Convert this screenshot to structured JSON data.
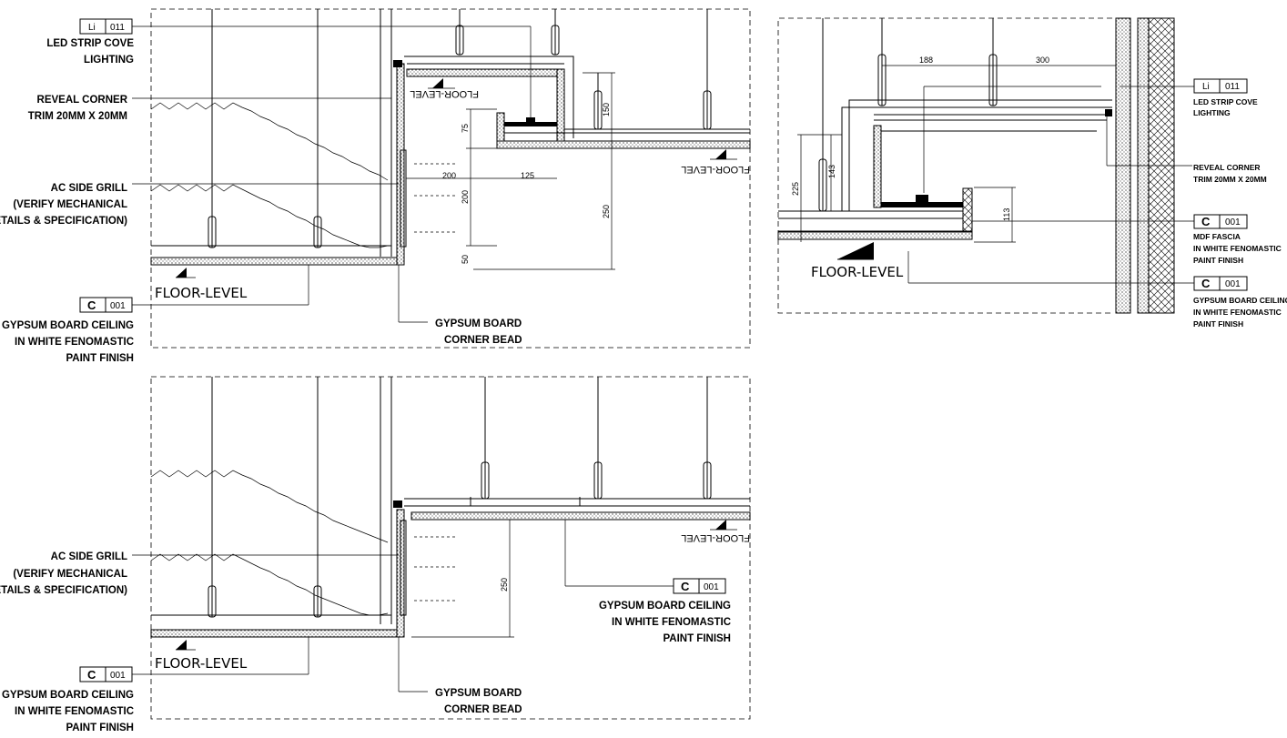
{
  "drawing": {
    "tags": {
      "led": {
        "prefix": "Li",
        "code": "011"
      },
      "ceiling": {
        "prefix": "C",
        "code": "001"
      }
    },
    "labels": {
      "led_strip": [
        "LED STRIP COVE",
        "LIGHTING"
      ],
      "reveal_corner": [
        "REVEAL CORNER",
        "TRIM 20MM X 20MM"
      ],
      "ac_grill": [
        "AC SIDE GRILL",
        "(VERIFY MECHANICAL",
        "DETAILS & SPECIFICATION)"
      ],
      "gypsum_ceiling": [
        "GYPSUM BOARD CEILING",
        "IN WHITE FENOMASTIC",
        "PAINT FINISH"
      ],
      "corner_bead": [
        "GYPSUM BOARD",
        "CORNER BEAD"
      ],
      "mdf_fascia": [
        "MDF FASCIA",
        "IN WHITE FENOMASTIC",
        "PAINT FINISH"
      ],
      "floor_level": "FLOOR-LEVEL"
    },
    "dimensions": {
      "d75": "75",
      "d200a": "200",
      "d200b": "200",
      "d125": "125",
      "d250": "250",
      "d50": "50",
      "d150": "150",
      "d188": "188",
      "d300": "300",
      "d143": "143",
      "d225": "225",
      "d113": "113",
      "d250b": "250"
    }
  }
}
